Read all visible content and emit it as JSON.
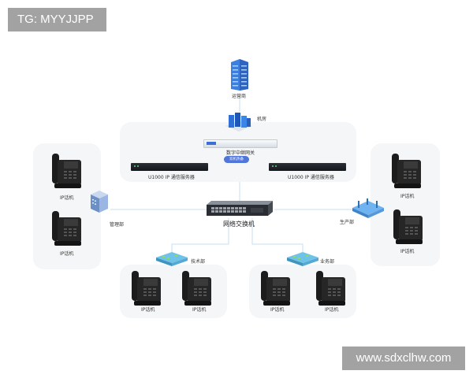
{
  "watermarks": {
    "top_left": "TG: MYYJJPP",
    "bottom_right": "www.sdxclhw.com"
  },
  "diagram": {
    "operator": "运营商",
    "machine_room": "机房",
    "gateway": "数字中继网关",
    "server_left": "U1000 IP 通信服务器",
    "server_right": "U1000 IP 通信服务器",
    "hot_standby": "双机热备",
    "switch": "网络交换机",
    "dept_mgmt": "管理部",
    "dept_prod": "生产部",
    "dept_tech": "技术部",
    "dept_biz": "业务部",
    "phone_label": "IP话机"
  },
  "colors": {
    "line": "#c6dff3",
    "panel": "#f5f6f7",
    "pill": "#5176d9",
    "building": "#3b7fe0"
  }
}
